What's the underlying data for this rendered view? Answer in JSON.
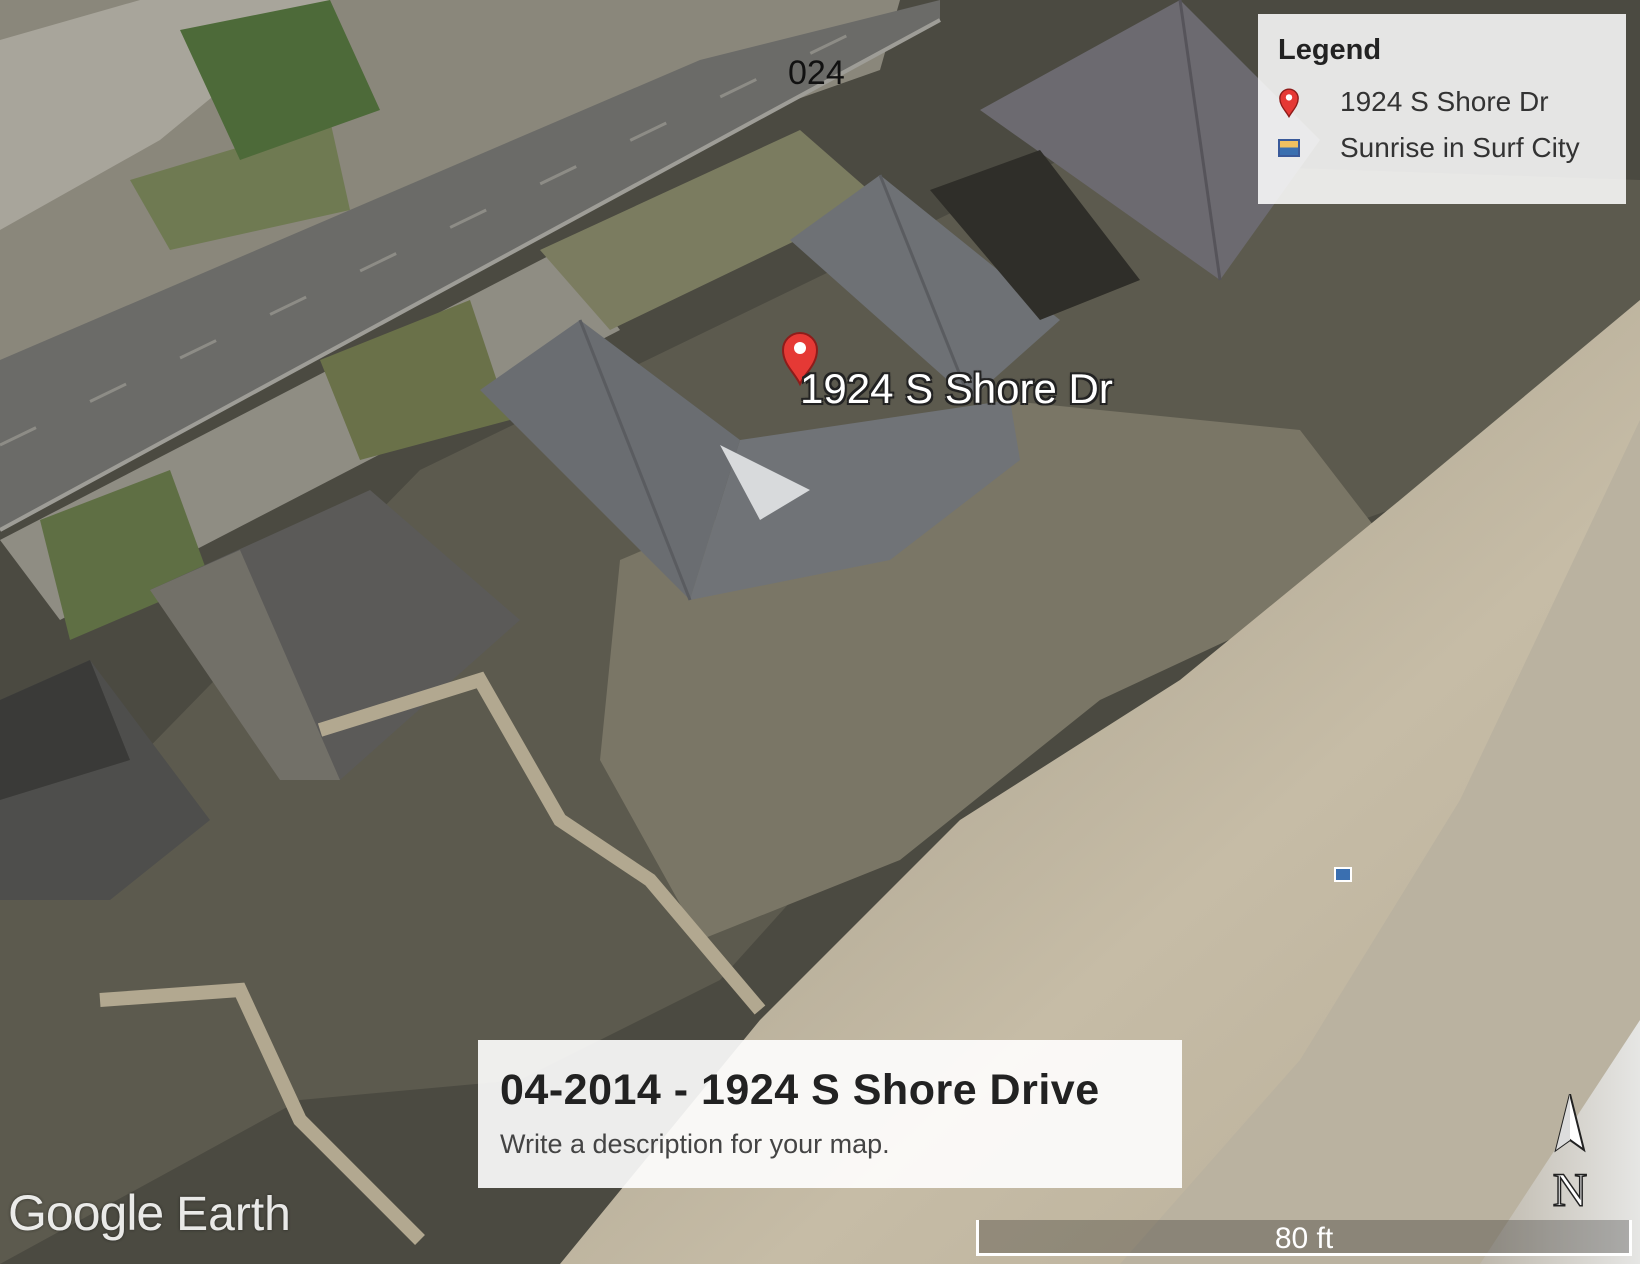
{
  "map": {
    "street_code": "024",
    "placemark_label": "1924 S Shore Dr"
  },
  "legend": {
    "title": "Legend",
    "items": [
      {
        "label": "1924 S Shore Dr",
        "icon": "red-placemark-icon"
      },
      {
        "label": "Sunrise in Surf City",
        "icon": "photo-icon"
      }
    ]
  },
  "info_panel": {
    "title": "04-2014 - 1924 S Shore Drive",
    "description": "Write a description for your map."
  },
  "scale_bar": {
    "label": "80 ft"
  },
  "compass": {
    "letter": "N"
  },
  "branding": {
    "google": "Google",
    "earth": "Earth"
  },
  "colors": {
    "placemark": "#e53935",
    "road": "#6b6b68",
    "sand": "#c8bfa8",
    "roof": "#6e7175"
  }
}
